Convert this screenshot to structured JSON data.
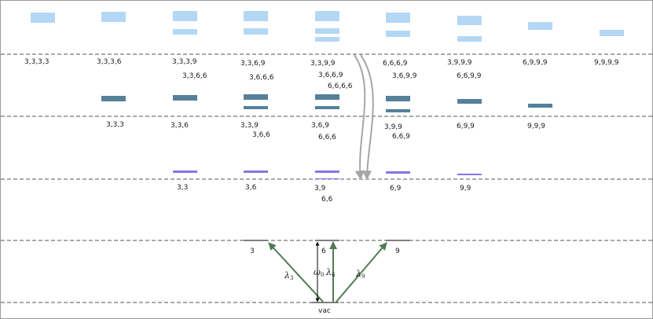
{
  "diagram": {
    "colors": {
      "level4": "#b3d7f5",
      "level3": "#55809a",
      "level2": "#8a73e6",
      "arrow": "#4f7d55",
      "curve": "#a6a6a6",
      "divider": "#555555",
      "line": "#000000"
    },
    "labels": {
      "level4": [
        "3,3,3,3",
        "3,3,3,6",
        "3,3,3,9",
        "3,3,6,6",
        "3,3,6,9",
        "3,6,6,6",
        "3,3,9,9",
        "3,6,6,9",
        "6,6,6,6",
        "6,6,6,9",
        "3,6,9,9",
        "3,9,9,9",
        "6,6,9,9",
        "6,9,9,9",
        "9,9,9,9"
      ],
      "level3": [
        "3,3,3",
        "3,3,6",
        "3,3,9",
        "3,6,6",
        "3,6,9",
        "6,6,6",
        "3,9,9",
        "6,6,9",
        "6,9,9",
        "9,9,9"
      ],
      "level2": [
        "3,3",
        "3,6",
        "3,9",
        "6,6",
        "6,9",
        "9,9"
      ],
      "level1": [
        "3",
        "6",
        "9"
      ],
      "vacuum": "vac"
    },
    "greek": {
      "lambda_3": {
        "main": "λ",
        "sub": "3"
      },
      "lambda_6": {
        "main": "λ",
        "sub": "6"
      },
      "lambda_9": {
        "main": "λ",
        "sub": "9"
      },
      "omega_0": {
        "main": "ω",
        "sub": "0"
      }
    }
  }
}
